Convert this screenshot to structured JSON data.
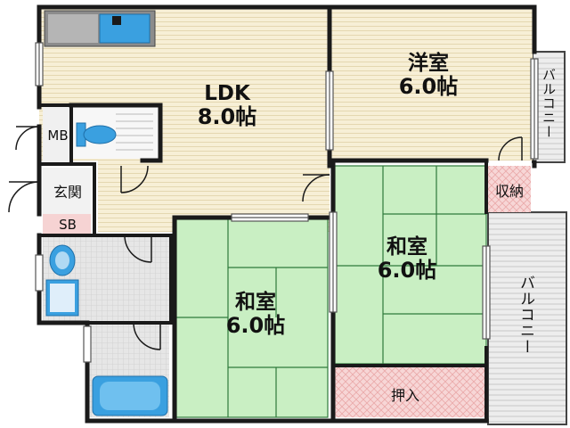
{
  "rooms": {
    "ldk": {
      "name": "LDK",
      "size": "8.0帖"
    },
    "western": {
      "name": "洋室",
      "size": "6.0帖"
    },
    "japanese_right": {
      "name": "和室",
      "size": "6.0帖"
    },
    "japanese_left": {
      "name": "和室",
      "size": "6.0帖"
    }
  },
  "labels": {
    "mb": "MB",
    "entrance": "玄関",
    "sb": "SB",
    "storage": "収納",
    "closet": "押入",
    "balcony_top": "バルコニー",
    "balcony_right": "バルコニー"
  },
  "colors": {
    "wall": "#1a1a1a",
    "wood_floor": "#f6eed3",
    "tatami": "#c8efc0",
    "closet": "#f6d3d3",
    "wet_area": "#dcdcdc",
    "fixture_blue": "#3aa0e0"
  }
}
